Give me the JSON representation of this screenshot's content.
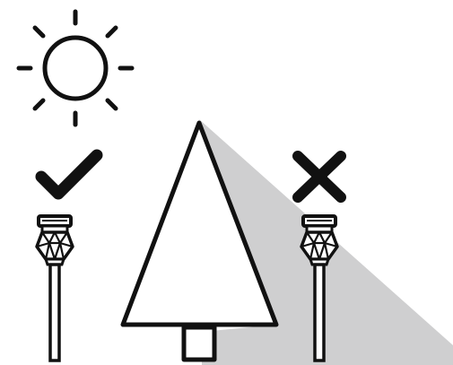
{
  "diagram": {
    "colors": {
      "stroke": "#111111",
      "shadow": "#cfcfd0",
      "background": "#ffffff"
    },
    "elements": {
      "sun": {
        "icon": "sun-icon"
      },
      "tree": {
        "icon": "tree-icon"
      },
      "shadow": {
        "icon": "shadow-area"
      },
      "correct_light": {
        "icon": "solar-garden-light-icon",
        "status": "recommended",
        "mark": "check-mark-icon"
      },
      "wrong_light": {
        "icon": "solar-garden-light-icon",
        "status": "not-recommended",
        "mark": "cross-mark-icon"
      }
    }
  }
}
